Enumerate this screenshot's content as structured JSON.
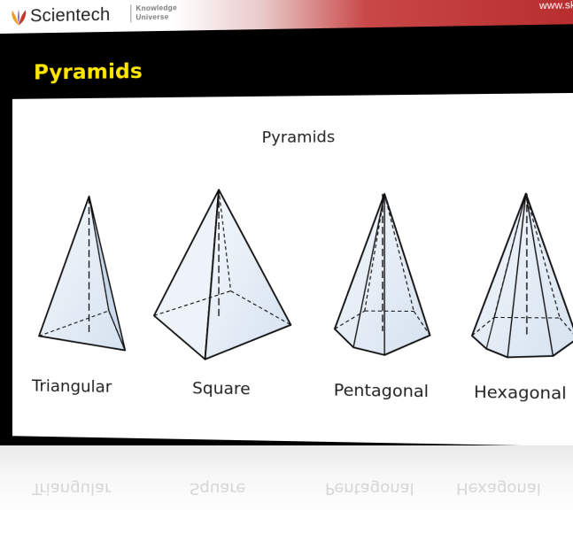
{
  "header": {
    "brand": "Scientech",
    "tagline_line1": "Knowledge",
    "tagline_line2": "Universe",
    "url": "www.sku.bz"
  },
  "slide": {
    "title": "Pyramids"
  },
  "diagram": {
    "title": "Pyramids",
    "labels": [
      "Triangular",
      "Square",
      "Pentagonal",
      "Hexagonal"
    ]
  },
  "colors": {
    "title_yellow": "#ffe600",
    "header_red": "#b62a2a",
    "solid_fill": "#e2ebf6"
  },
  "icons": [
    "scientech-logo-icon"
  ]
}
